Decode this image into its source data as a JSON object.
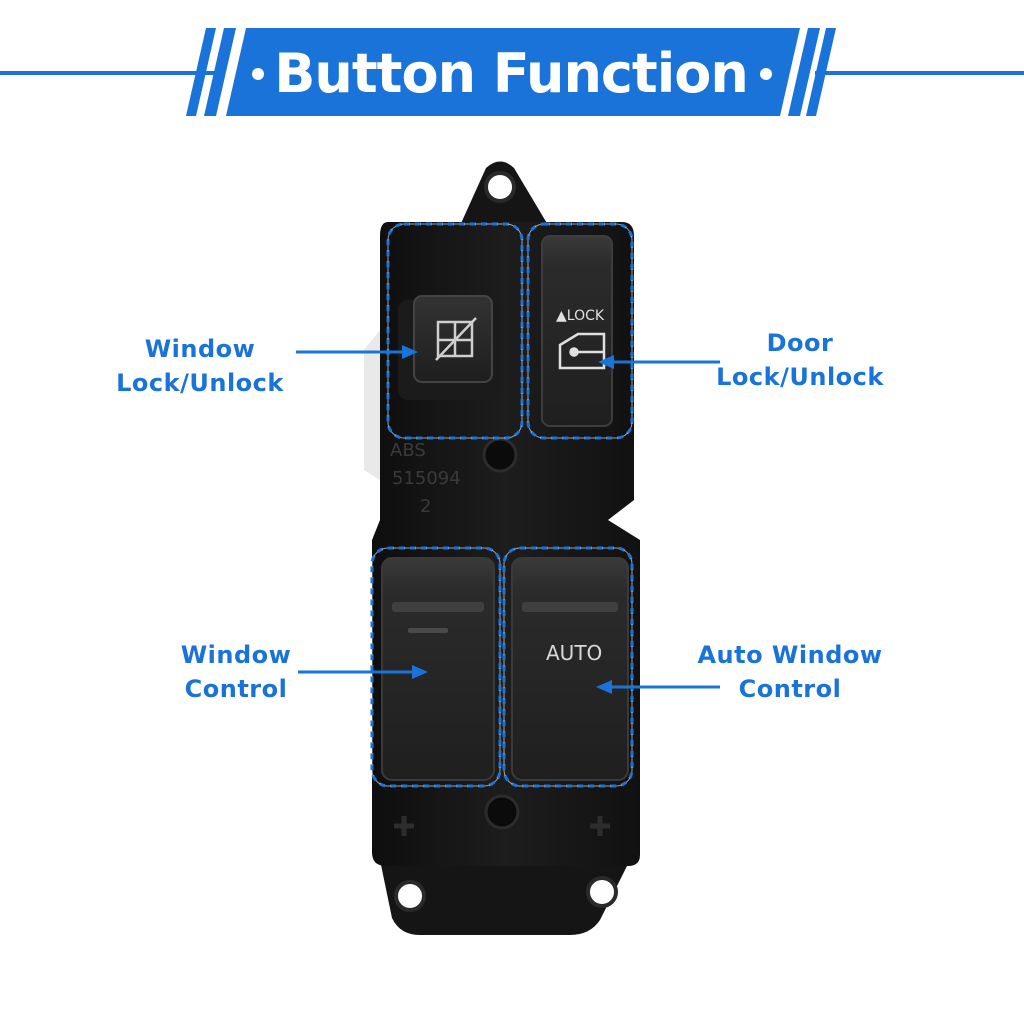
{
  "banner": {
    "title": "Button Function",
    "color": "#1a73d9"
  },
  "switch_markings": {
    "lock_legend": "▲LOCK",
    "auto_legend": "AUTO",
    "molded_text_1": "ABS",
    "molded_text_2": "515094",
    "molded_text_3": "2"
  },
  "callouts": {
    "window_lock": {
      "line1": "Window",
      "line2": "Lock/Unlock"
    },
    "door_lock": {
      "line1": "Door",
      "line2": "Lock/Unlock"
    },
    "window_control": {
      "line1": "Window",
      "line2": "Control"
    },
    "auto_window_control": {
      "line1": "Auto Window",
      "line2": "Control"
    }
  },
  "colors": {
    "accent": "#1a73d9",
    "switch_body": "#1c1c1c",
    "button": "#2a2a2a"
  }
}
